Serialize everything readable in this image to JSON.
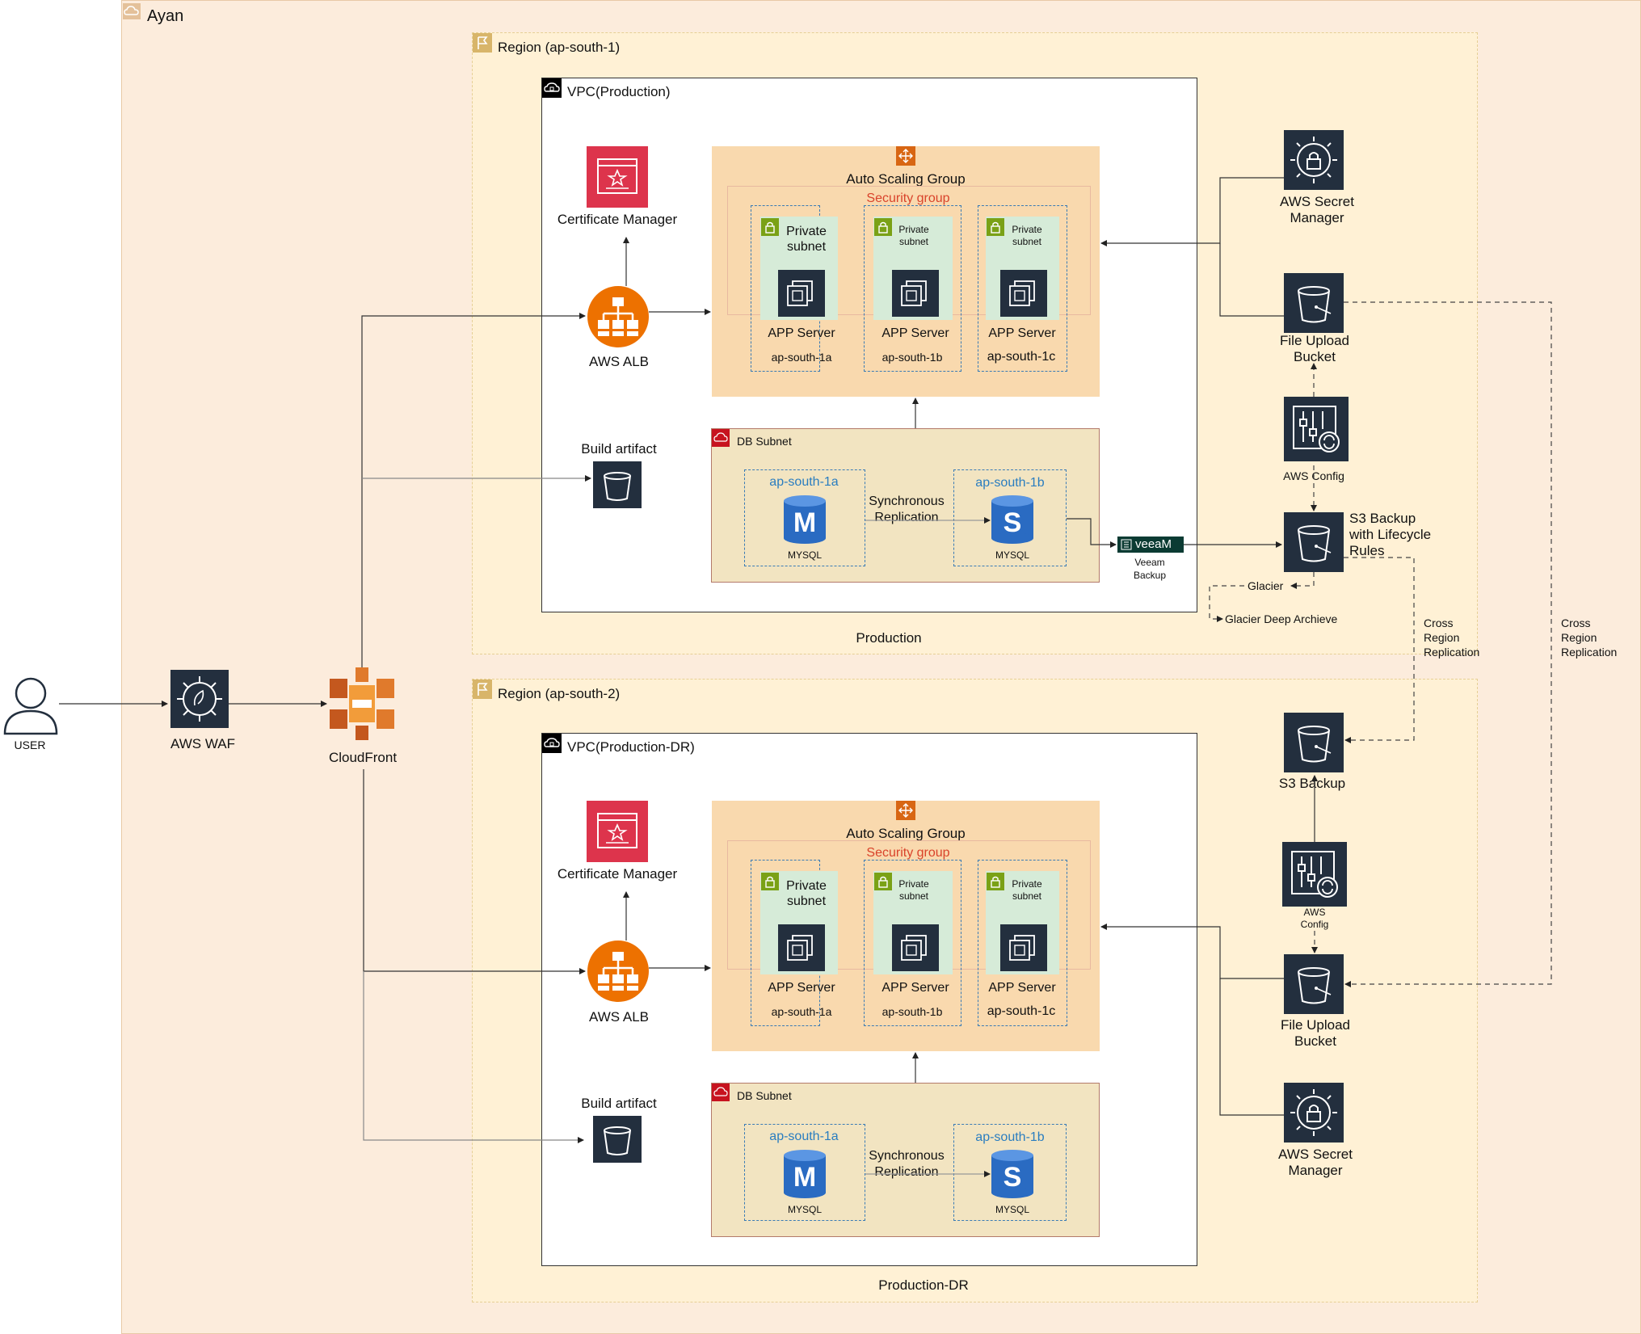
{
  "cloud": {
    "label": "Ayan"
  },
  "user": {
    "label": "USER"
  },
  "waf": {
    "label": "AWS WAF"
  },
  "cloudfront": {
    "label": "CloudFront"
  },
  "regions": [
    {
      "label": "Region (ap-south-1)",
      "footer": "Production",
      "vpc": "VPC(Production)",
      "cert": "Certificate Manager",
      "alb": "AWS ALB",
      "artifact": "Build artifact",
      "asg": "Auto Scaling Group",
      "sg": "Security group",
      "subnets": [
        {
          "label1": "Private",
          "label2": "subnet",
          "server": "APP Server",
          "az": "ap-south-1a"
        },
        {
          "label1": "Private",
          "label2": "subnet",
          "server": "APP Server",
          "az": "ap-south-1b"
        },
        {
          "label1": "Private",
          "label2": "subnet",
          "server": "APP Server",
          "az": "ap-south-1c"
        }
      ],
      "db": {
        "label": "DB Subnet",
        "az1": "ap-south-1a",
        "az2": "ap-south-1b",
        "m_letter": "M",
        "s_letter": "S",
        "mysql1": "MYSQL",
        "mysql2": "MYSQL",
        "repl1": "Synchronous",
        "repl2": "Replication"
      }
    },
    {
      "label": "Region (ap-south-2)",
      "footer": "Production-DR",
      "vpc": "VPC(Production-DR)",
      "cert": "Certificate Manager",
      "alb": "AWS ALB",
      "artifact": "Build artifact",
      "asg": "Auto Scaling Group",
      "sg": "Security group",
      "subnets": [
        {
          "label1": "Private",
          "label2": "subnet",
          "server": "APP Server",
          "az": "ap-south-1a"
        },
        {
          "label1": "Private",
          "label2": "subnet",
          "server": "APP Server",
          "az": "ap-south-1b"
        },
        {
          "label1": "Private",
          "label2": "subnet",
          "server": "APP Server",
          "az": "ap-south-1c"
        }
      ],
      "db": {
        "label": "DB Subnet",
        "az1": "ap-south-1a",
        "az2": "ap-south-1b",
        "m_letter": "M",
        "s_letter": "S",
        "mysql1": "MYSQL",
        "mysql2": "MYSQL",
        "repl1": "Synchronous",
        "repl2": "Replication"
      }
    }
  ],
  "right_top": {
    "secret1": "AWS Secret",
    "secret2": "Manager",
    "upload1": "File Upload",
    "upload2": "Bucket",
    "config": "AWS Config",
    "backup1": "S3 Backup",
    "backup2": "with Lifecycle",
    "backup3": "Rules",
    "glacier": "Glacier",
    "glacier_deep": "Glacier Deep Archieve",
    "veeam_logo": "veeaM",
    "veeam1": "Veeam",
    "veeam2": "Backup"
  },
  "right_bottom": {
    "backup": "S3 Backup",
    "config1": "AWS",
    "config2": "Config",
    "upload1": "File Upload",
    "upload2": "Bucket",
    "secret1": "AWS Secret",
    "secret2": "Manager"
  },
  "cross_region": {
    "l1": "Cross",
    "l2": "Region",
    "l3": "Replication"
  },
  "colors": {
    "cloud_bg": "#fcecdc",
    "region_bg": "#fff1d5",
    "asg_bg": "#f9d9ae",
    "subnet_bg": "#d6ebd8",
    "db_bg": "#f2e4c1",
    "alb": "#ed7100",
    "cert": "#dd344c",
    "az": "#2a7dc0"
  }
}
